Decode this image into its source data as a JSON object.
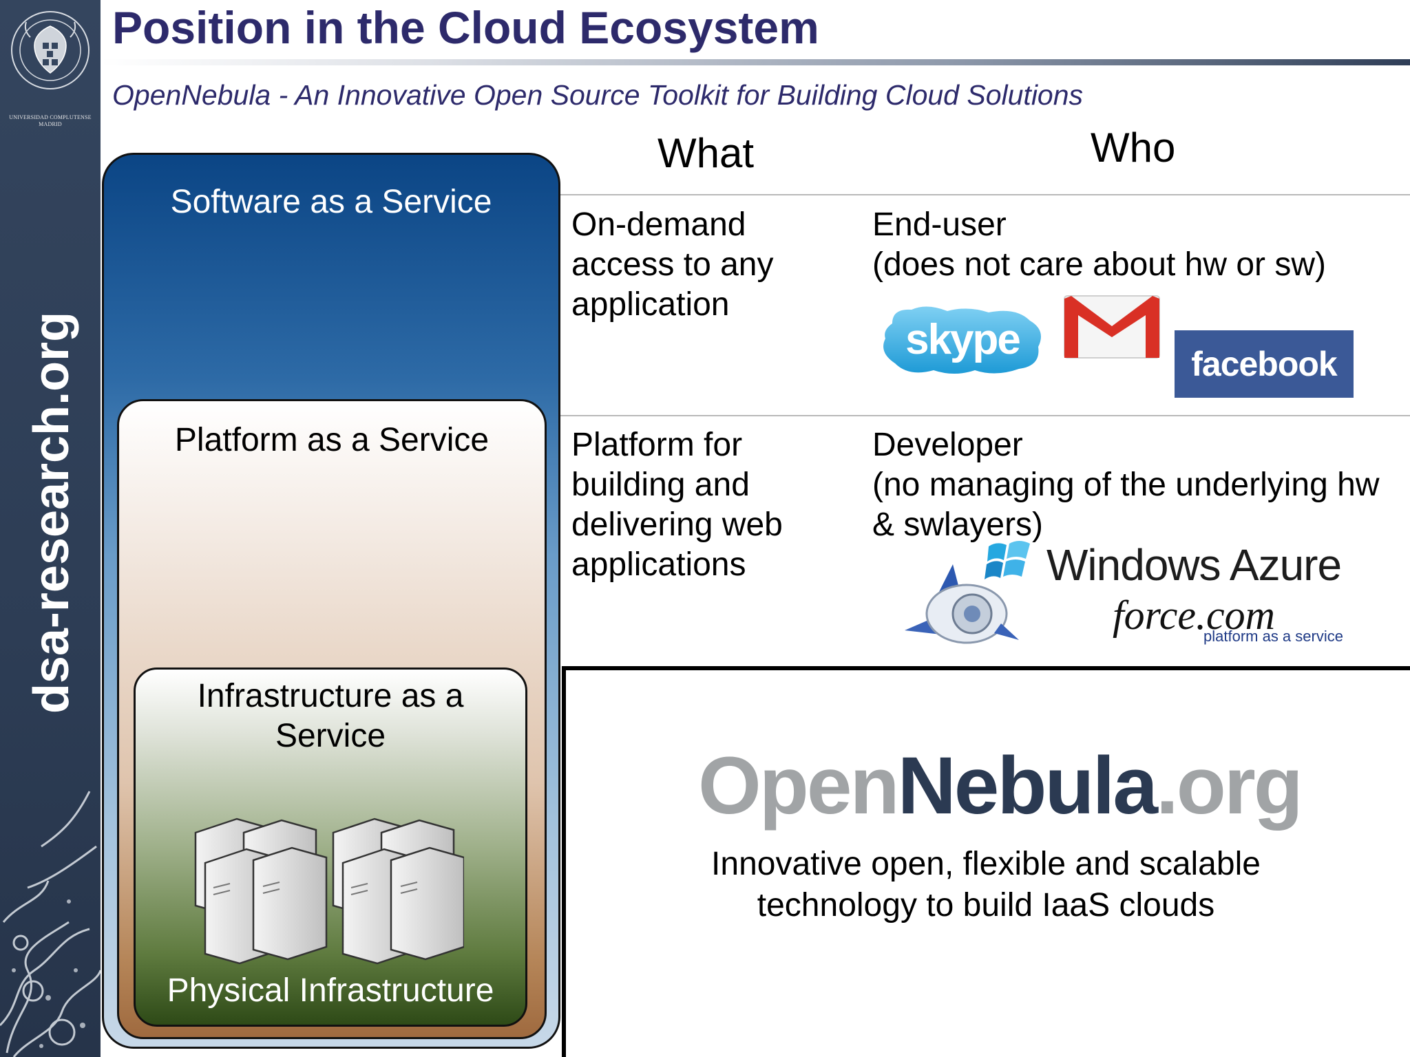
{
  "slide": {
    "title": "Position in the Cloud Ecosystem",
    "subtitle": "OpenNebula - An Innovative Open Source Toolkit for Building Cloud Solutions"
  },
  "sidebar": {
    "university": "UNIVERSIDAD COMPLUTENSE MADRID",
    "brand": "dsa-research.org"
  },
  "stack": {
    "saas_label": "Software as a Service",
    "paas_label": "Platform as a Service",
    "iaas_label": "Infrastructure as a Service",
    "physical_label": "Physical Infrastructure"
  },
  "table": {
    "what_header": "What",
    "who_header": "Who",
    "rows": [
      {
        "what": "On-demand access to any application",
        "who_title": "End-user",
        "who_note": "(does not care about hw or sw)"
      },
      {
        "what": "Platform for building and delivering web applications",
        "who_title": "Developer",
        "who_note": "(no managing of the underlying hw & swlayers)"
      }
    ]
  },
  "logos": {
    "skype": "skype",
    "facebook": "facebook",
    "azure": "Windows Azure",
    "force": "force.com",
    "force_sub": "platform as a service"
  },
  "opennebula": {
    "logo_open": "Open",
    "logo_nebula": "Nebula",
    "logo_org": ".org",
    "description": "Innovative open, flexible and scalable technology to build IaaS clouds"
  },
  "colors": {
    "title": "#2d2a6b",
    "sidebar": "#2d3d55",
    "saas_top": "#0b4585",
    "paas_bottom": "#9f6a3f",
    "iaas_bottom": "#2e4a17",
    "facebook": "#3b5997"
  }
}
